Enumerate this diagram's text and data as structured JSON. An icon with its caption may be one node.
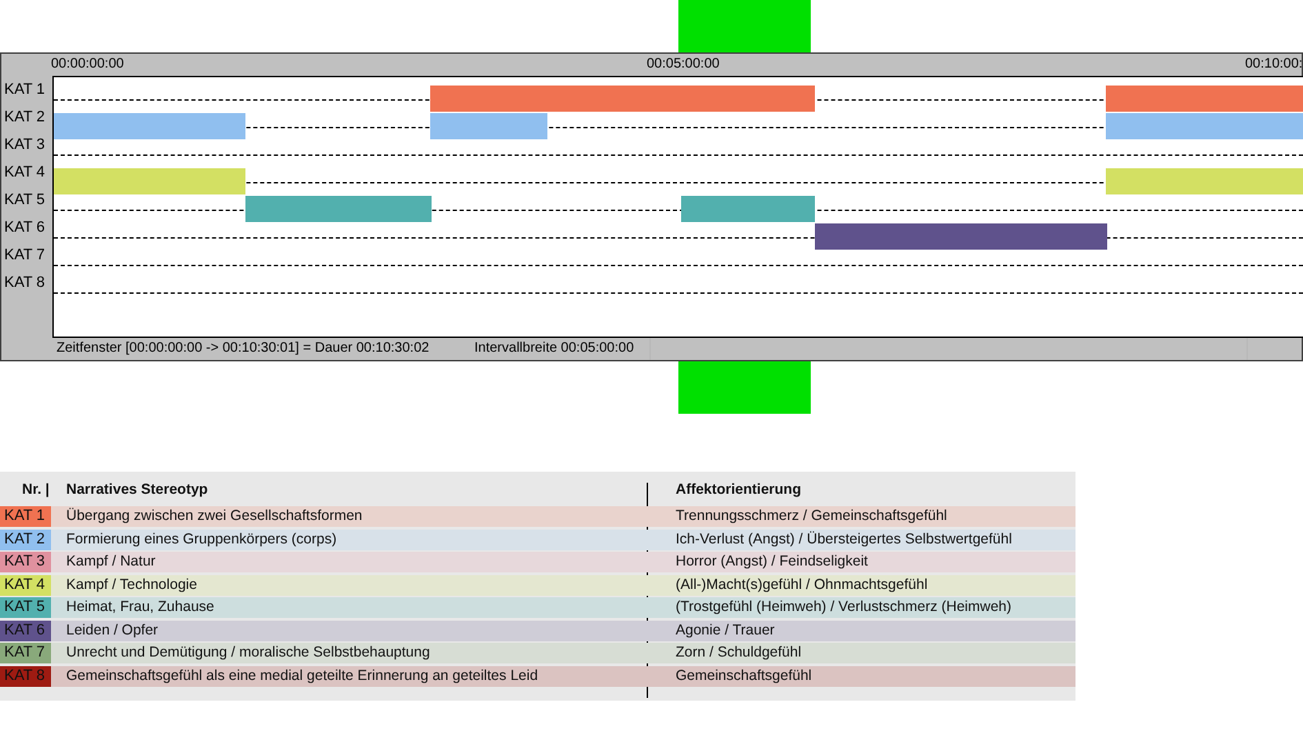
{
  "diagram": {
    "nodes": [
      {
        "text": [],
        "shape": "box"
      },
      {
        "text": [],
        "shape": "box"
      }
    ],
    "labels": [
      "00:00:00:00",
      "00:05:00:00",
      "00:10:00:",
      "KAT 1",
      "KAT 2",
      "KAT 3",
      "KAT 4",
      "KAT 5",
      "KAT 6",
      "KAT 7",
      "KAT 8",
      "Zeitfenster [00:00:00:00 -> 00:10:30:01] = Dauer 00:10:30:02",
      "Intervallbreite 00:05:00:00",
      "Nr. |",
      "Narratives Stereotyp",
      "Affektorientierung",
      "Übergang zwischen zwei Gesellschaftsformen",
      "Trennungsschmerz / Gemeinschaftsgefühl",
      "Formierung eines Gruppenkörpers (corps)",
      "Ich-Verlust (Angst) / Übersteigertes Selbstwertgefühl",
      "Kampf / Natur",
      "Horror (Angst) / Feindseligkeit",
      "Kampf / Technologie",
      "(All-)Macht(s)gefühl / Ohnmachtsgefühl",
      "Heimat, Frau, Zuhause",
      "(Trostgefühl (Heimweh) / Verlustschmerz (Heimweh)",
      "Leiden / Opfer",
      "Agonie / Trauer",
      "Unrecht und Demütigung / moralische Selbstbehauptung",
      "Zorn / Schuldgefühl",
      "Gemeinschaftsgefühl als eine medial geteilte Erinnerung an geteiltes Leid",
      "Gemeinschaftsgefühl"
    ],
    "legend": [
      {
        "text": "KAT 1",
        "color": "#f07251"
      },
      {
        "text": "KAT 2",
        "color": "#90bfef"
      },
      {
        "text": "KAT 3",
        "color": "#e0919f"
      },
      {
        "text": "KAT 4",
        "color": "#d3e063"
      },
      {
        "text": "KAT 5",
        "color": "#52b0ae"
      },
      {
        "text": "KAT 6",
        "color": "#5f528c"
      },
      {
        "text": "KAT 7",
        "color": "#89a97b"
      },
      {
        "text": "KAT 8",
        "color": "#9e1b12"
      }
    ]
  }
}
